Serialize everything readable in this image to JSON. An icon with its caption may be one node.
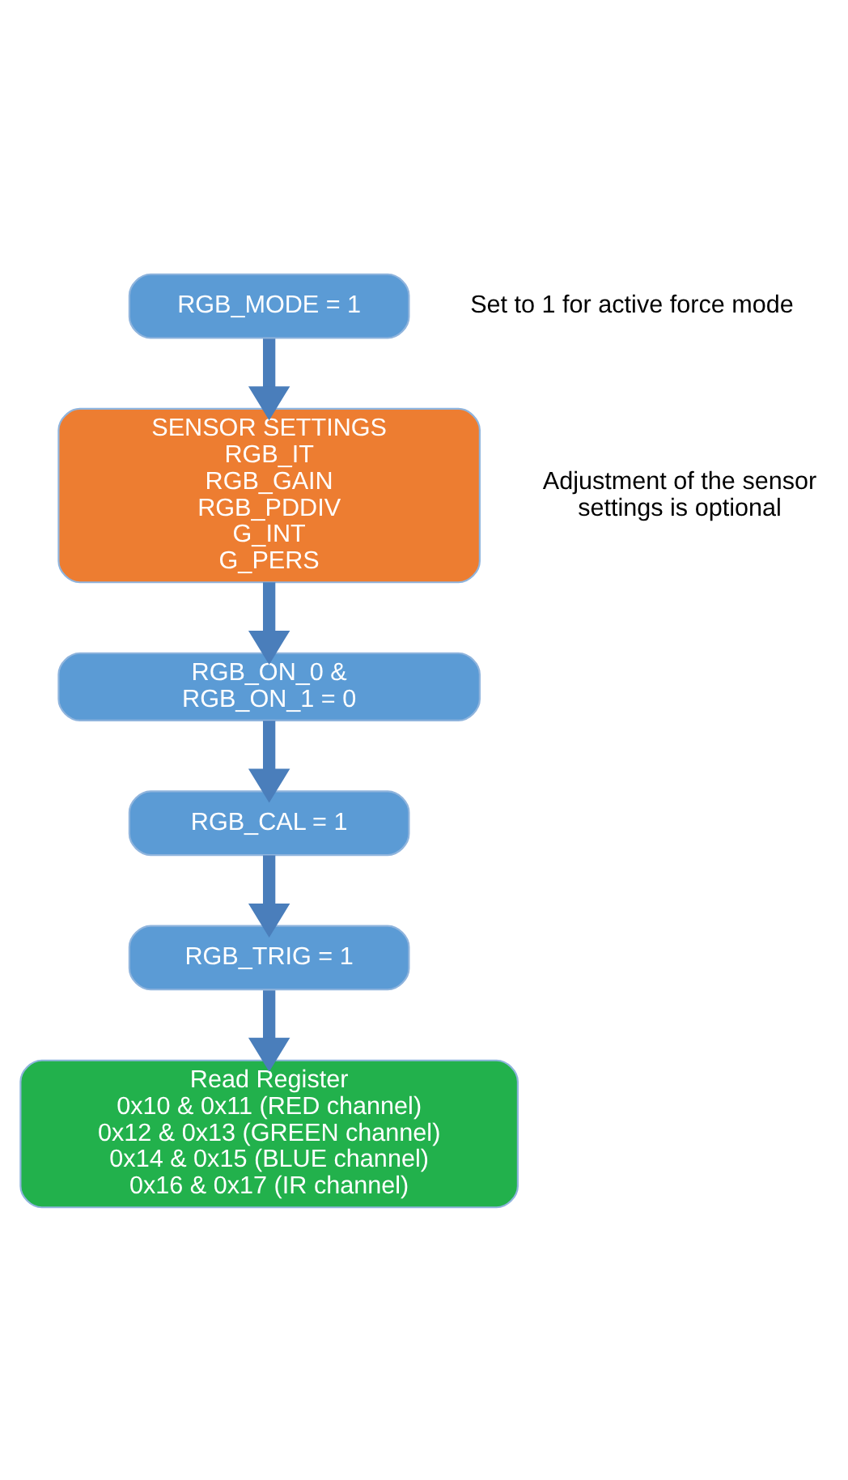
{
  "diagram": {
    "nodes": [
      {
        "text": [
          "RGB_MODE = 1"
        ],
        "beside": [
          "Set to 1 for active force mode"
        ]
      },
      {
        "text": [
          "SENSOR SETTINGS",
          "RGB_IT",
          "RGB_GAIN",
          "RGB_PDDIV",
          "G_INT",
          "G_PERS"
        ],
        "beside": [
          "Adjustment of the sensor settings is optional"
        ]
      },
      {
        "text": [
          "RGB_ON_0 & RGB_ON_1 = 0"
        ]
      },
      {
        "text": [
          "RGB_CAL = 1"
        ]
      },
      {
        "text": [
          "RGB_TRIG = 1"
        ]
      },
      {
        "text": [
          "Read Register",
          "0x10 & 0x11 (RED channel)",
          "0x12 & 0x13 (GREEN channel)",
          "0x14 & 0x15 (BLUE channel)",
          "0x16 & 0x17 (IR channel)"
        ]
      }
    ],
    "edges": [
      {
        "from": 0,
        "to": 1,
        "arrow": "to"
      },
      {
        "from": 1,
        "to": 2,
        "arrow": "to"
      },
      {
        "from": 2,
        "to": 3,
        "arrow": "to"
      },
      {
        "from": 3,
        "to": 4,
        "arrow": "to"
      },
      {
        "from": 4,
        "to": 5,
        "arrow": "to"
      }
    ]
  }
}
